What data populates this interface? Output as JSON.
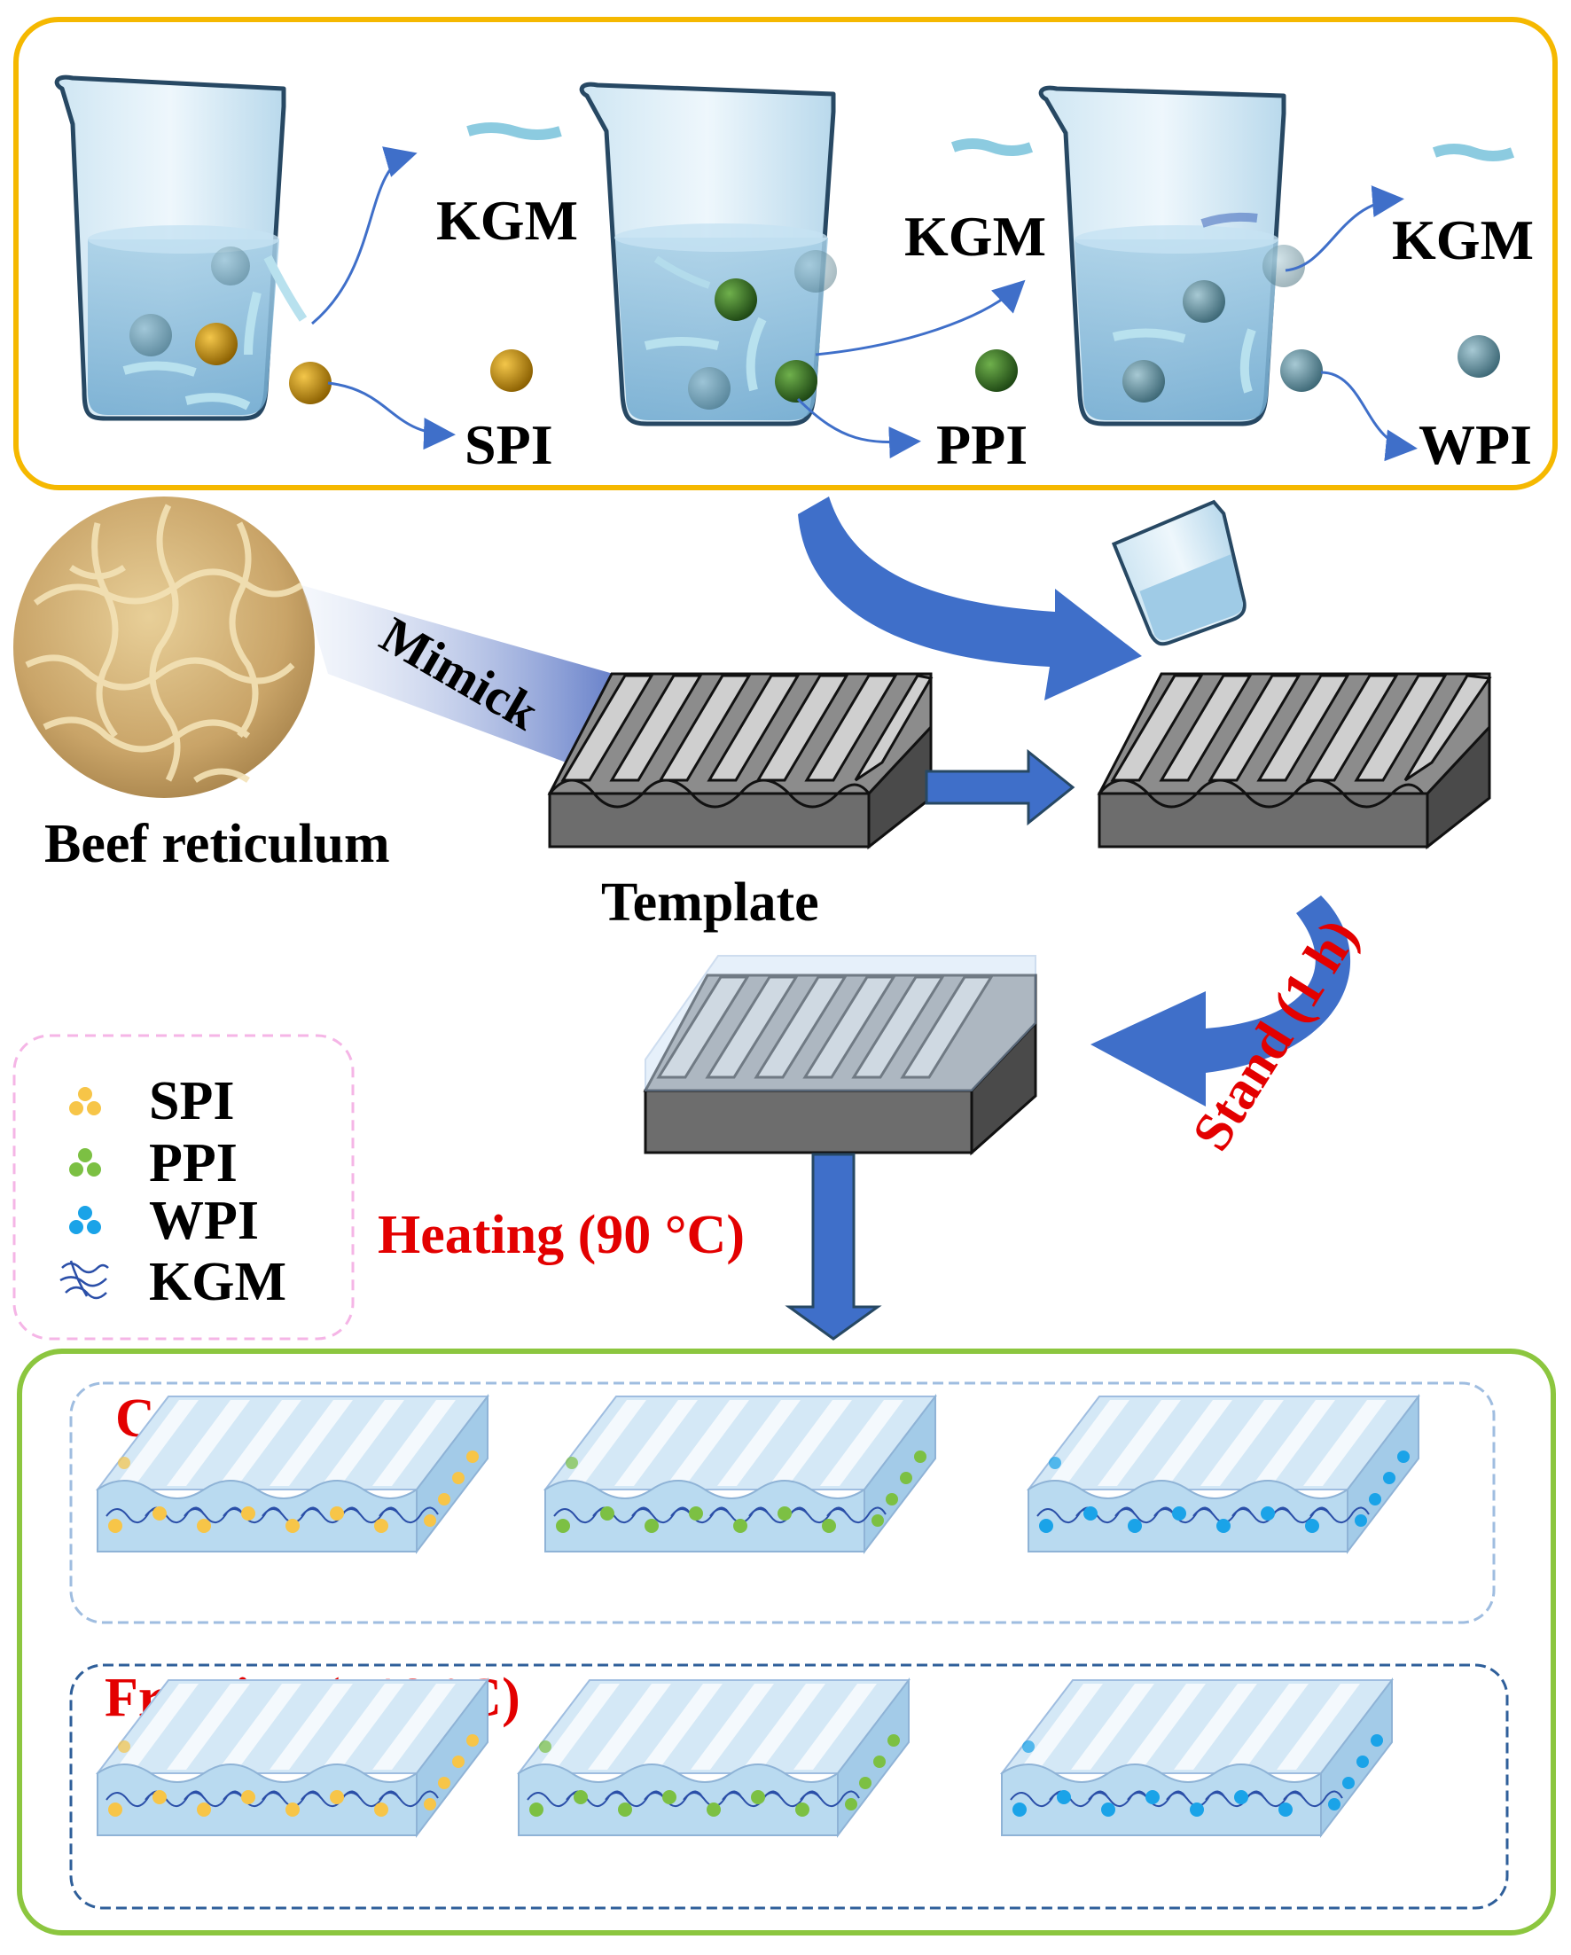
{
  "labels": {
    "kgm_1": "KGM",
    "kgm_2": "KGM",
    "kgm_3": "KGM",
    "spi": "SPI",
    "ppi": "PPI",
    "wpi": "WPI",
    "mimick": "Mimick",
    "beef_reticulum": "Beef reticulum",
    "template": "Template",
    "stand": "Stand (1 h)",
    "heating": "Heating (90 °C)",
    "cooling": "Cooling (4 °C)",
    "freezing": "Freezing (−18 °C)"
  },
  "legend": [
    {
      "label": "SPI",
      "icon": "yellow-dots-icon",
      "color": "#f7c548"
    },
    {
      "label": "PPI",
      "icon": "green-dots-icon",
      "color": "#7cc043"
    },
    {
      "label": "WPI",
      "icon": "blue-dots-icon",
      "color": "#1aa3e8"
    },
    {
      "label": "KGM",
      "icon": "blue-fibers-icon",
      "color": "#2b4fa8"
    }
  ],
  "colors": {
    "top_frame": "#f5b800",
    "bottom_frame": "#8cc63f",
    "arrow": "#3f6fc9",
    "legend_border": "#f5b5e6",
    "spi_particle": "#c89000",
    "ppi_particle": "#2f6b1f",
    "wpi_particle": "#5f8fa0",
    "process_text": "#e30000"
  }
}
